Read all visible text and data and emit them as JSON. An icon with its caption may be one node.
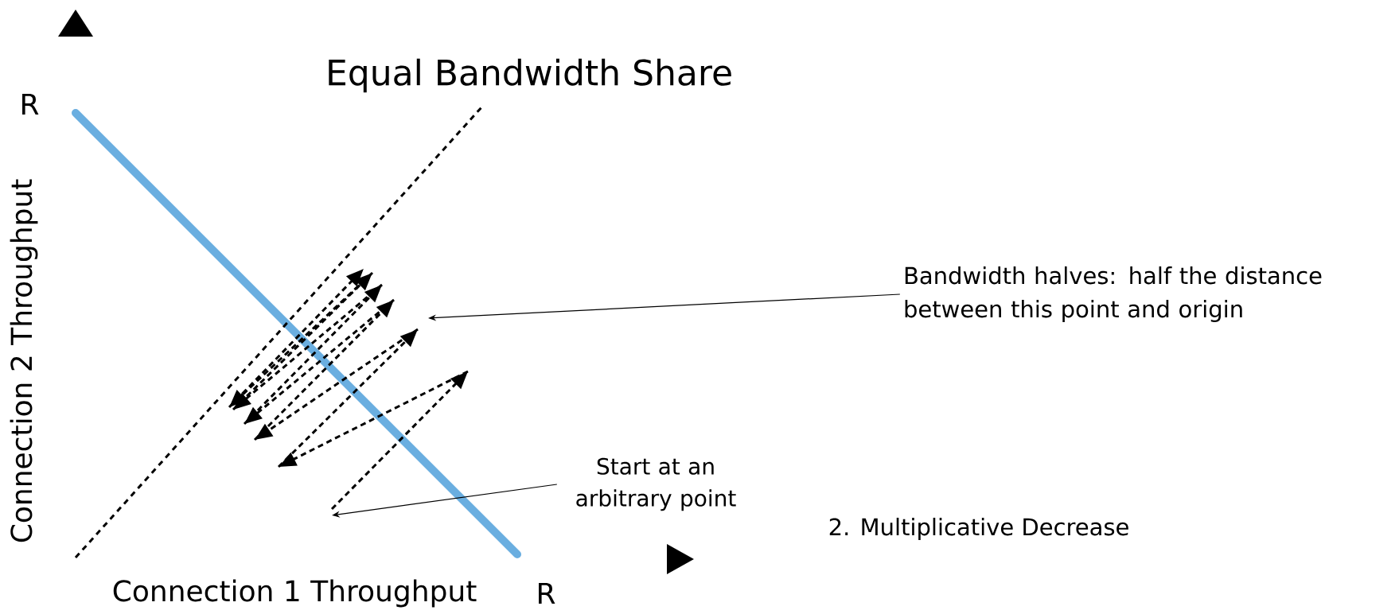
{
  "diagram": {
    "nodes": [
      {
        "text": [
          "Bandwidth halves: half the distance between this point and origin"
        ]
      },
      {
        "text": [
          "Start at an arbitrary point"
        ]
      }
    ],
    "edges": [
      {
        "from": 0,
        "to": null,
        "arrow": "to"
      },
      {
        "from": 1,
        "to": null,
        "arrow": "to"
      }
    ],
    "labels": [
      "Equal Bandwidth Share",
      "R",
      "Connection 2 Throughput",
      "Connection 1 Throughput",
      "R",
      "2. Multiplicative Decrease"
    ]
  }
}
